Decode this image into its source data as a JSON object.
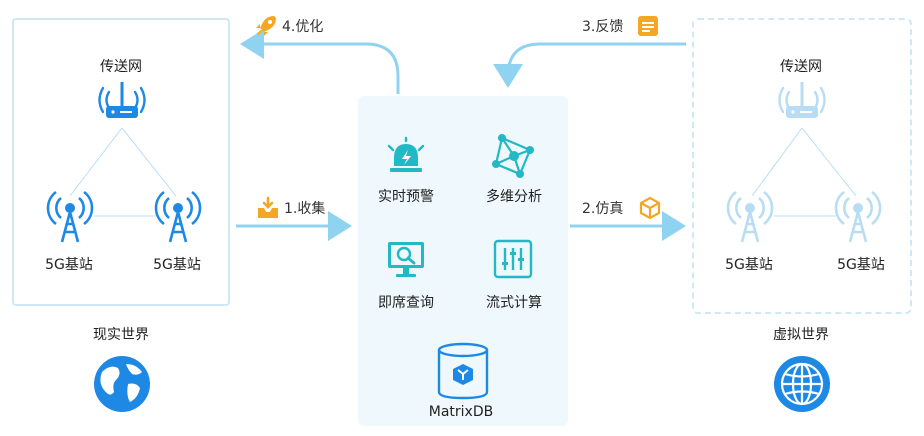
{
  "real_world": {
    "network_label": "传送网",
    "station_left_label": "5G基站",
    "station_right_label": "5G基站",
    "world_label": "现实世界"
  },
  "virtual_world": {
    "network_label": "传送网",
    "station_left_label": "5G基站",
    "station_right_label": "5G基站",
    "world_label": "虚拟世界"
  },
  "center": {
    "features": [
      {
        "label": "实时预警",
        "icon": "alarm-bell-icon"
      },
      {
        "label": "多维分析",
        "icon": "network-graph-icon"
      },
      {
        "label": "即席查询",
        "icon": "monitor-search-icon"
      },
      {
        "label": "流式计算",
        "icon": "stream-compute-icon"
      }
    ],
    "db_label": "MatrixDB"
  },
  "flows": {
    "collect": "1.收集",
    "simulate": "2.仿真",
    "feedback": "3.反馈",
    "optimize": "4.优化"
  },
  "colors": {
    "accent": "#1e88e5",
    "teal": "#22b8c4",
    "arrow": "#8fd3f0",
    "orange": "#f5a623",
    "faded": "#b9dcf5"
  }
}
